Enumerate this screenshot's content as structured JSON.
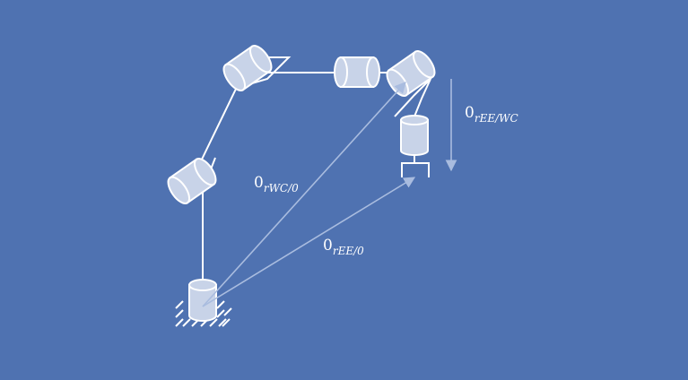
{
  "colors": {
    "background": "#4f72b1",
    "line": "#ffffff",
    "joint_fill": "#c8d3e8",
    "vector": "#a9bcdf"
  },
  "labels": {
    "r_wc_0": {
      "pre": "0",
      "sub": "rWC/0"
    },
    "r_ee_0": {
      "pre": "0",
      "sub": "rEE/0"
    },
    "r_ee_wc": {
      "pre": "0",
      "sub": "rEE/WC"
    }
  }
}
